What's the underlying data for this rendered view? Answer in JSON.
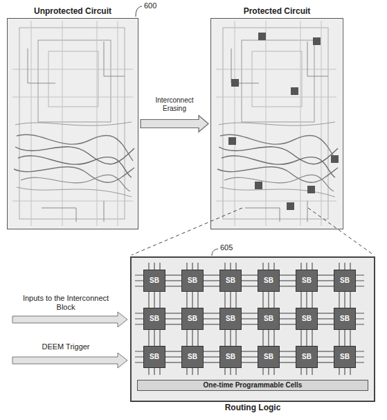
{
  "diagram": {
    "nodes": [
      {
        "text": [
          "Unprotected Circuit"
        ]
      },
      {
        "text": [
          "Protected Circuit"
        ]
      },
      {
        "text": [
          "Routing Logic"
        ]
      },
      {
        "text": [
          "SB"
        ],
        "in": 2
      },
      {
        "text": [
          "SB"
        ],
        "in": 2
      },
      {
        "text": [
          "SB"
        ],
        "in": 2
      },
      {
        "text": [
          "SB"
        ],
        "in": 2
      },
      {
        "text": [
          "SB"
        ],
        "in": 2
      },
      {
        "text": [
          "SB"
        ],
        "in": 2
      },
      {
        "text": [
          "SB"
        ],
        "in": 2
      },
      {
        "text": [
          "SB"
        ],
        "in": 2
      },
      {
        "text": [
          "SB"
        ],
        "in": 2
      },
      {
        "text": [
          "SB"
        ],
        "in": 2
      },
      {
        "text": [
          "SB"
        ],
        "in": 2
      },
      {
        "text": [
          "SB"
        ],
        "in": 2
      },
      {
        "text": [
          "SB"
        ],
        "in": 2
      },
      {
        "text": [
          "SB"
        ],
        "in": 2
      },
      {
        "text": [
          "SB"
        ],
        "in": 2
      },
      {
        "text": [
          "SB"
        ],
        "in": 2
      },
      {
        "text": [
          "SB"
        ],
        "in": 2
      },
      {
        "text": [
          "SB"
        ],
        "in": 2
      },
      {
        "text": [
          "One-time Programmable Cells"
        ],
        "in": 2
      }
    ],
    "edges": [
      {
        "from": 0,
        "to": 1,
        "arrow": "to",
        "label": "Interconnect Erasing"
      },
      {
        "from": 3,
        "to": 4,
        "arrow": "none"
      },
      {
        "from": 4,
        "to": 5,
        "arrow": "none"
      },
      {
        "from": 5,
        "to": 6,
        "arrow": "none"
      },
      {
        "from": 6,
        "to": 7,
        "arrow": "none"
      },
      {
        "from": 7,
        "to": 8,
        "arrow": "none"
      },
      {
        "from": 9,
        "to": 10,
        "arrow": "none"
      },
      {
        "from": 10,
        "to": 11,
        "arrow": "none"
      },
      {
        "from": 11,
        "to": 12,
        "arrow": "none"
      },
      {
        "from": 12,
        "to": 13,
        "arrow": "none"
      },
      {
        "from": 13,
        "to": 14,
        "arrow": "none"
      },
      {
        "from": 15,
        "to": 16,
        "arrow": "none"
      },
      {
        "from": 16,
        "to": 17,
        "arrow": "none"
      },
      {
        "from": 17,
        "to": 18,
        "arrow": "none"
      },
      {
        "from": 18,
        "to": 19,
        "arrow": "none"
      },
      {
        "from": 19,
        "to": 20,
        "arrow": "none"
      },
      {
        "from": 3,
        "to": 9,
        "arrow": "none"
      },
      {
        "from": 4,
        "to": 10,
        "arrow": "none"
      },
      {
        "from": 5,
        "to": 11,
        "arrow": "none"
      },
      {
        "from": 6,
        "to": 12,
        "arrow": "none"
      },
      {
        "from": 7,
        "to": 13,
        "arrow": "none"
      },
      {
        "from": 8,
        "to": 14,
        "arrow": "none"
      },
      {
        "from": 9,
        "to": 15,
        "arrow": "none"
      },
      {
        "from": 10,
        "to": 16,
        "arrow": "none"
      },
      {
        "from": 11,
        "to": 17,
        "arrow": "none"
      },
      {
        "from": 12,
        "to": 18,
        "arrow": "none"
      },
      {
        "from": 13,
        "to": 19,
        "arrow": "none"
      },
      {
        "from": 14,
        "to": 20,
        "arrow": "none"
      }
    ],
    "labels": [
      "600",
      "605",
      "Inputs to the Interconnect Block",
      "DEEM Trigger"
    ]
  }
}
